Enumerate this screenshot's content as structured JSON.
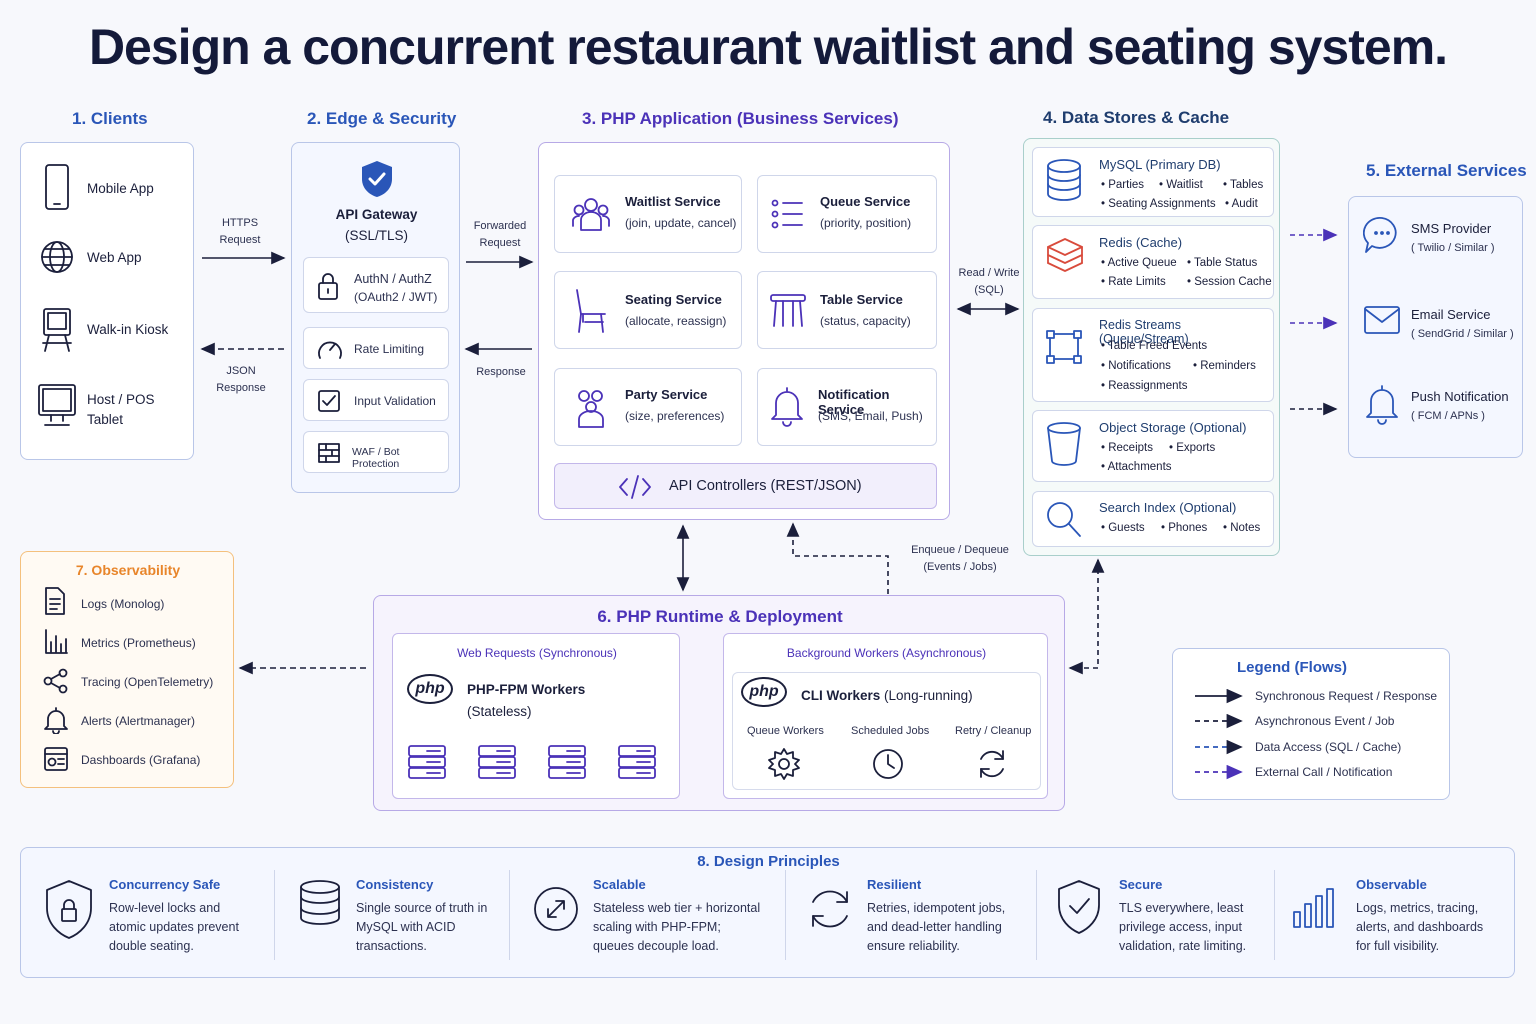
{
  "title": "Design a concurrent restaurant waitlist and seating system.",
  "sections": {
    "clients": "1. Clients",
    "edge": "2. Edge & Security",
    "php_app": "3. PHP Application (Business Services)",
    "data": "4. Data Stores & Cache",
    "external": "5. External Services",
    "runtime": "6. PHP Runtime & Deployment",
    "observability": "7. Observability",
    "principles": "8. Design Principles"
  },
  "clients": [
    {
      "label": "Mobile App",
      "icon": "phone-icon"
    },
    {
      "label": "Web App",
      "icon": "globe-icon"
    },
    {
      "label": "Walk-in Kiosk",
      "icon": "kiosk-icon"
    },
    {
      "label": "Host / POS Tablet",
      "icon": "monitor-icon"
    }
  ],
  "edge": {
    "gateway_title": "API Gateway",
    "gateway_sub": "(SSL/TLS)",
    "items": [
      {
        "label": "AuthN / AuthZ",
        "sub": "(OAuth2 / JWT)",
        "icon": "lock-icon"
      },
      {
        "label": "Rate Limiting",
        "icon": "gauge-icon"
      },
      {
        "label": "Input Validation",
        "icon": "checkbox-icon"
      },
      {
        "label": "WAF / Bot Protection",
        "icon": "firewall-icon"
      }
    ]
  },
  "flows": {
    "https_request": [
      "HTTPS",
      "Request"
    ],
    "json_response": [
      "JSON",
      "Response"
    ],
    "forwarded_request": [
      "Forwarded",
      "Request"
    ],
    "response": "Response",
    "read_write": [
      "Read / Write",
      "(SQL)"
    ],
    "enqueue": [
      "Enqueue / Dequeue",
      "(Events / Jobs)"
    ]
  },
  "services": [
    {
      "name": "Waitlist Service",
      "desc": "(join, update, cancel)",
      "icon": "people-icon"
    },
    {
      "name": "Queue Service",
      "desc": "(priority, position)",
      "icon": "list-icon"
    },
    {
      "name": "Seating Service",
      "desc": "(allocate, reassign)",
      "icon": "chair-icon"
    },
    {
      "name": "Table Service",
      "desc": "(status, capacity)",
      "icon": "table-icon"
    },
    {
      "name": "Party Service",
      "desc": "(size, preferences)",
      "icon": "party-icon"
    },
    {
      "name": "Notification Service",
      "desc": "(SMS, Email, Push)",
      "icon": "bell-icon"
    }
  ],
  "api_controllers": "API Controllers (REST/JSON)",
  "data_stores": [
    {
      "name": "MySQL (Primary DB)",
      "bullets": [
        [
          "Parties",
          "Waitlist",
          "Tables"
        ],
        [
          "Seating Assignments",
          "Audit"
        ]
      ],
      "icon": "database-icon"
    },
    {
      "name": "Redis (Cache)",
      "bullets": [
        [
          "Active Queue",
          "Table Status"
        ],
        [
          "Rate Limits",
          "Session Cache"
        ]
      ],
      "icon": "redis-icon"
    },
    {
      "name": "Redis Streams (Queue/Stream)",
      "bullets": [
        [
          "Table Freed Events"
        ],
        [
          "Notifications",
          "Reminders"
        ],
        [
          "Reassignments"
        ]
      ],
      "icon": "stream-icon"
    },
    {
      "name": "Object Storage (Optional)",
      "bullets": [
        [
          "Receipts",
          "Exports"
        ],
        [
          "Attachments"
        ]
      ],
      "icon": "bucket-icon"
    },
    {
      "name": "Search Index (Optional)",
      "bullets": [
        [
          "Guests",
          "Phones",
          "Notes"
        ]
      ],
      "icon": "search-icon"
    }
  ],
  "external": [
    {
      "name": "SMS Provider",
      "sub": "( Twilio / Similar )",
      "icon": "chat-icon"
    },
    {
      "name": "Email Service",
      "sub": "( SendGrid / Similar )",
      "icon": "mail-icon"
    },
    {
      "name": "Push Notification",
      "sub": "( FCM / APNs )",
      "icon": "bell-icon"
    }
  ],
  "observability": [
    {
      "label": "Logs (Monolog)",
      "icon": "doc-icon"
    },
    {
      "label": "Metrics (Prometheus)",
      "icon": "chart-icon"
    },
    {
      "label": "Tracing (OpenTelemetry)",
      "icon": "share-icon"
    },
    {
      "label": "Alerts (Alertmanager)",
      "icon": "alert-bell-icon"
    },
    {
      "label": "Dashboards (Grafana)",
      "icon": "dashboard-icon"
    }
  ],
  "runtime": {
    "web_title": "Web Requests (Synchronous)",
    "web_name": "PHP-FPM Workers",
    "web_sub": "(Stateless)",
    "bg_title": "Background Workers (Asynchronous)",
    "cli_name": "CLI Workers",
    "cli_sub": "(Long-running)",
    "php_logo": "php",
    "jobs": [
      {
        "label": "Queue Workers",
        "icon": "gear-icon"
      },
      {
        "label": "Scheduled Jobs",
        "icon": "clock-icon"
      },
      {
        "label": "Retry / Cleanup",
        "icon": "refresh-icon"
      }
    ]
  },
  "legend": {
    "title": "Legend (Flows)",
    "items": [
      {
        "label": "Synchronous Request / Response",
        "style": "solid",
        "color": "#1b1f3b"
      },
      {
        "label": "Asynchronous Event / Job",
        "style": "dashed",
        "color": "#1b1f3b"
      },
      {
        "label": "Data Access (SQL / Cache)",
        "style": "dashed",
        "color": "#2a56b8"
      },
      {
        "label": "External Call / Notification",
        "style": "dashed",
        "color": "#4b32b8"
      }
    ]
  },
  "principles": [
    {
      "title": "Concurrency Safe",
      "text": [
        "Row-level locks and",
        "atomic updates prevent",
        "double seating."
      ],
      "icon": "shield-lock-icon"
    },
    {
      "title": "Consistency",
      "text": [
        "Single source of truth in",
        "MySQL with ACID",
        "transactions."
      ],
      "icon": "database-icon"
    },
    {
      "title": "Scalable",
      "text": [
        "Stateless web tier + horizontal",
        "scaling with PHP-FPM;",
        "queues decouple load."
      ],
      "icon": "expand-icon"
    },
    {
      "title": "Resilient",
      "text": [
        "Retries, idempotent jobs,",
        "and dead-letter handling",
        "ensure reliability."
      ],
      "icon": "cycle-icon"
    },
    {
      "title": "Secure",
      "text": [
        "TLS everywhere, least",
        "privilege access, input",
        "validation, rate limiting."
      ],
      "icon": "shield-check-icon"
    },
    {
      "title": "Observable",
      "text": [
        "Logs, metrics, tracing,",
        "alerts, and dashboards",
        "for full visibility."
      ],
      "icon": "bars-icon"
    }
  ],
  "colors": {
    "blue": "#2a56b8",
    "purple": "#4b32b8",
    "orange": "#e8852a",
    "red": "#d94b3c"
  }
}
